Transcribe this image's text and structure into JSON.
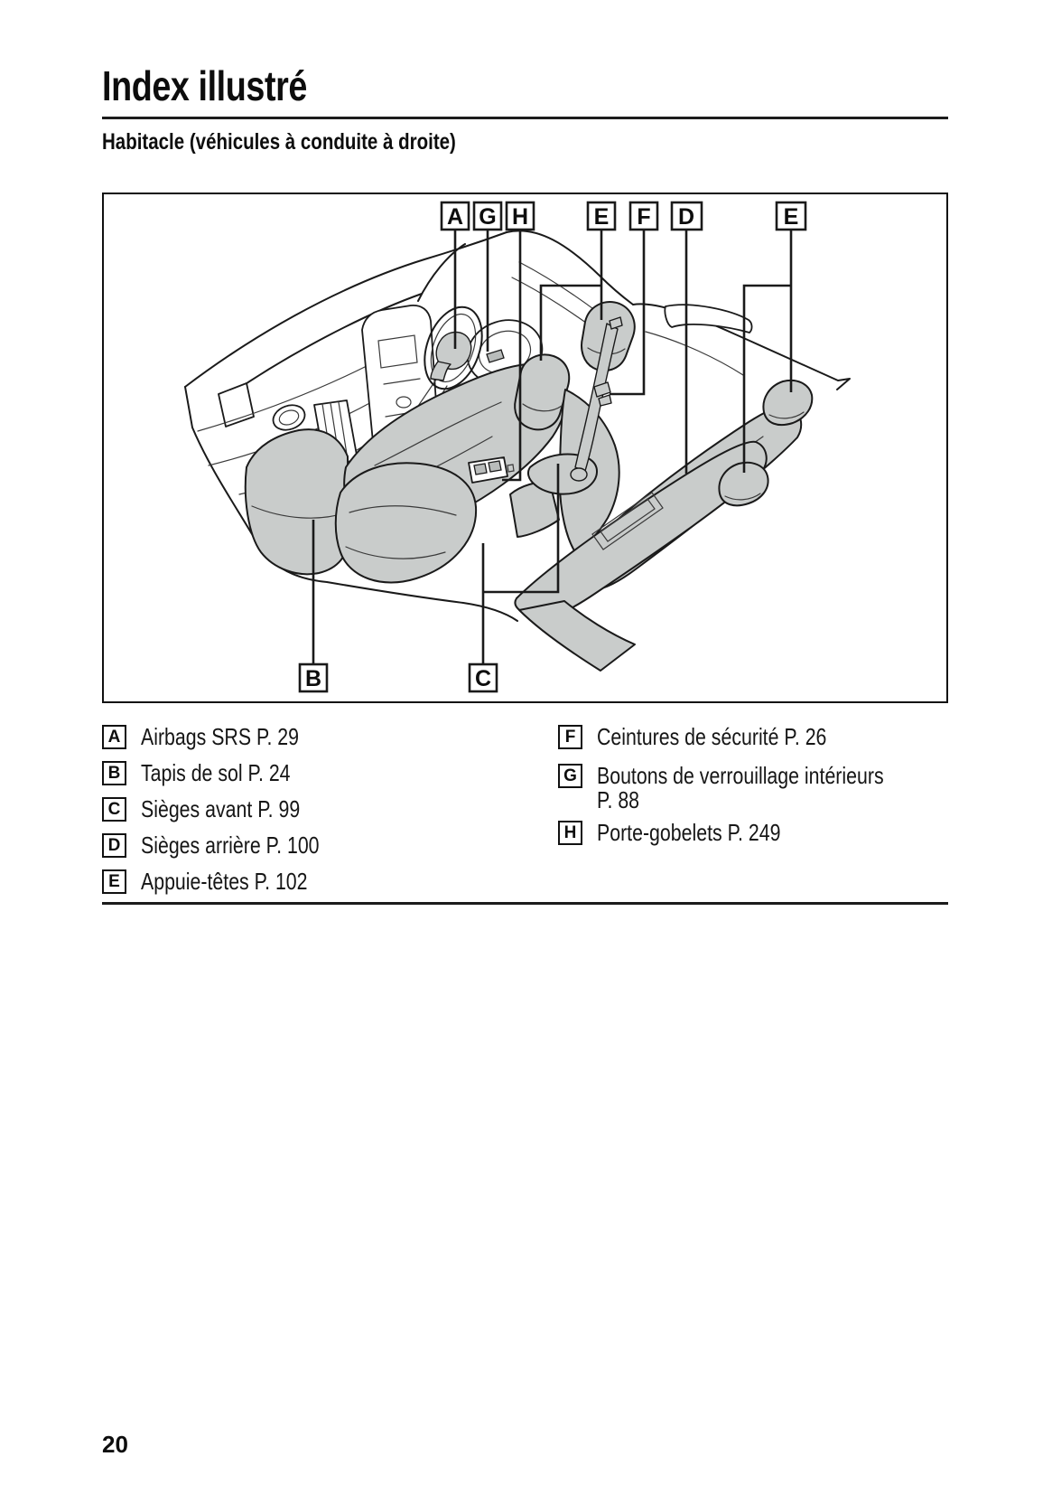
{
  "colors": {
    "line": "#1a1a1a",
    "seat_fill": "#c9cccb",
    "page_bg": "#ffffff",
    "rule_color": "#1c1c1c"
  },
  "page": {
    "title": "Index illustré",
    "section_heading": "Habitacle (véhicules à conduite à droite)",
    "page_number": "20"
  },
  "diagram": {
    "callouts": {
      "top": [
        "A",
        "G",
        "H",
        "E",
        "F",
        "D",
        "E"
      ],
      "bottom": [
        "B",
        "C"
      ]
    }
  },
  "legend": {
    "left": [
      {
        "letter": "A",
        "label": "Airbags SRS P. 29"
      },
      {
        "letter": "B",
        "label": "Tapis de sol P. 24"
      },
      {
        "letter": "C",
        "label": "Sièges avant P. 99"
      },
      {
        "letter": "D",
        "label": "Sièges arrière P. 100"
      },
      {
        "letter": "E",
        "label": "Appuie-têtes P. 102"
      }
    ],
    "right": [
      {
        "letter": "F",
        "label": "Ceintures de sécurité P. 26"
      },
      {
        "letter": "G",
        "label": "Boutons de verrouillage intérieurs",
        "label_line2": "P. 88"
      },
      {
        "letter": "H",
        "label": "Porte-gobelets P. 249"
      }
    ]
  }
}
